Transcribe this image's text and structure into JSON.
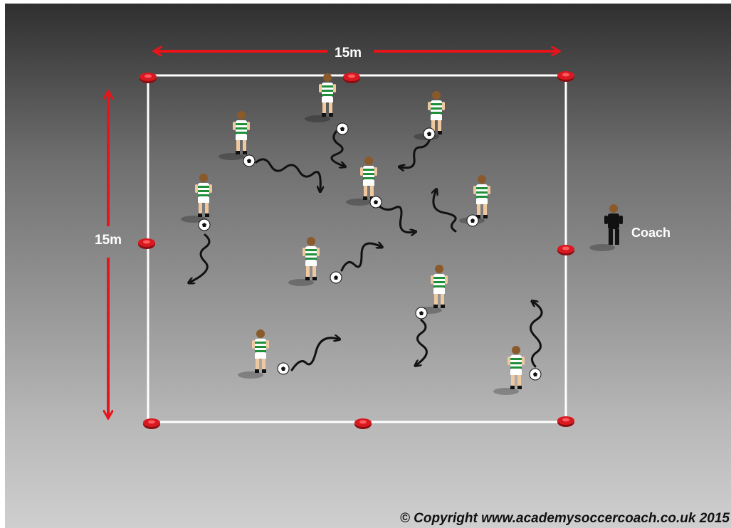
{
  "diagram": {
    "dimension_top": "15m",
    "dimension_left": "15m",
    "coach_label": "Coach",
    "copyright": "© Copyright www.academysoccercoach.co.uk 2015"
  },
  "colors": {
    "field_line": "#ffffff",
    "dimension_arrow": "#e8141a",
    "cone": "#d81920",
    "player_shirt": "#1f8f3a",
    "coach_kit": "#111111",
    "dribble_path": "#111111"
  },
  "icons": [
    "cone-icon",
    "player-icon",
    "ball-icon",
    "coach-icon",
    "arrow-icon"
  ]
}
